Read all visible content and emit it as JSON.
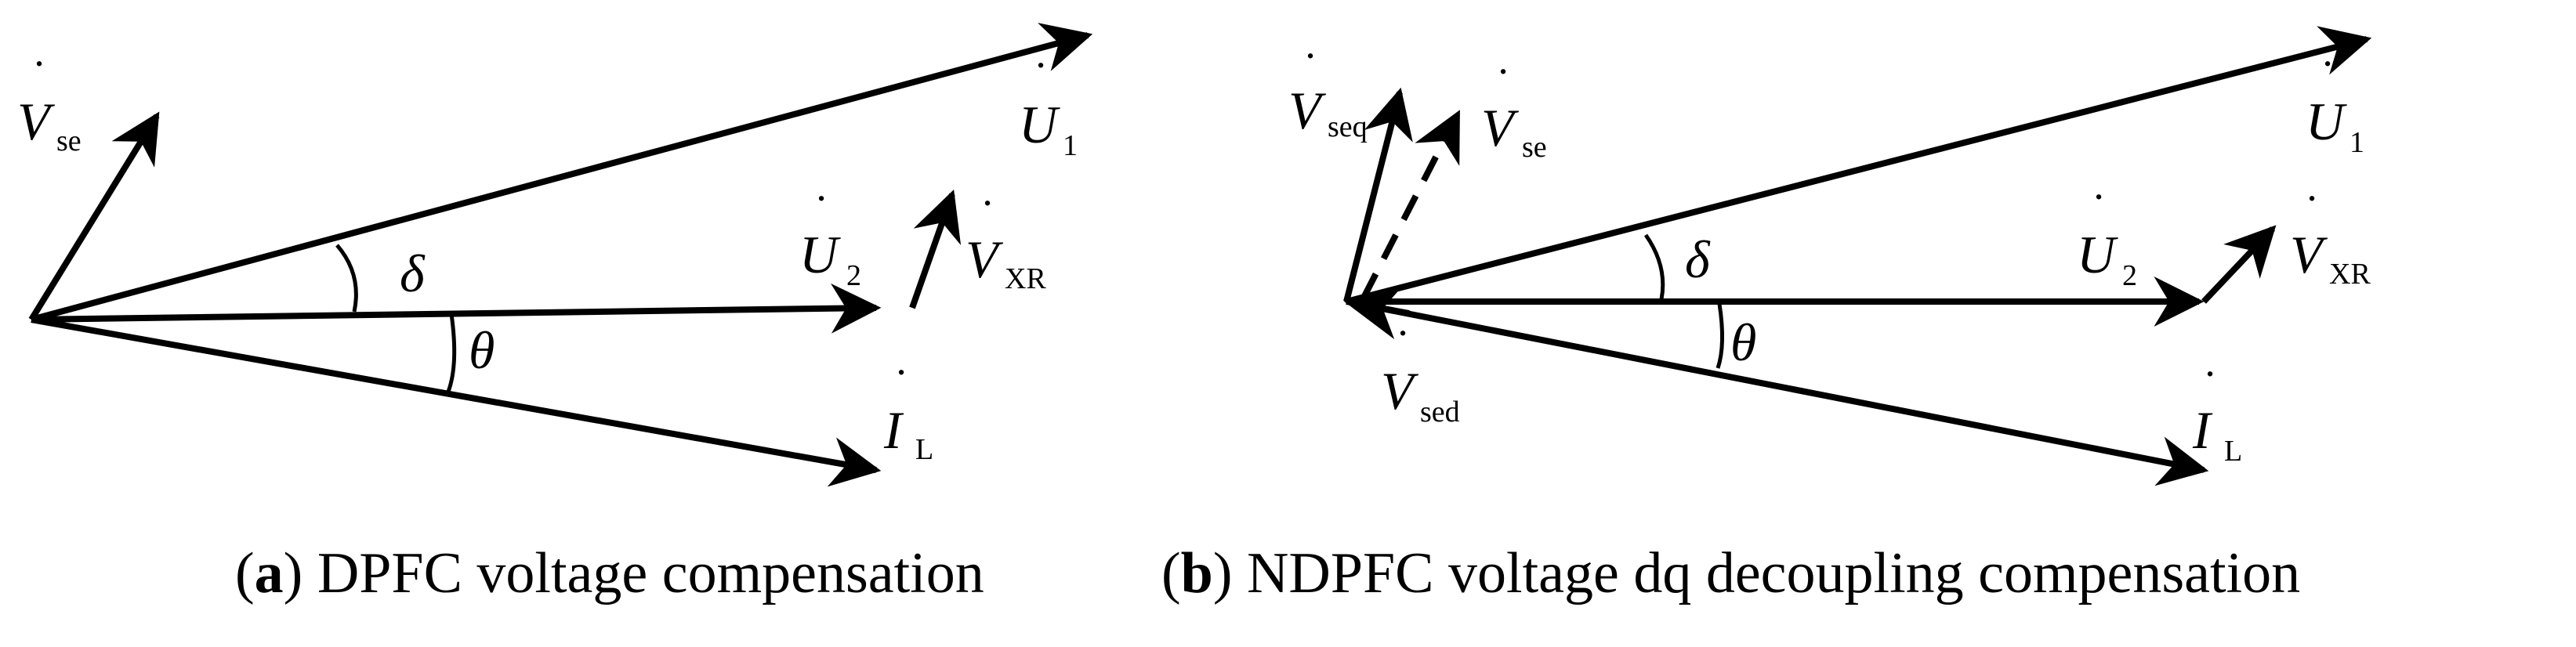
{
  "panel_a": {
    "caption_letter": "a",
    "caption_text": "DPFC voltage compensation",
    "labels": {
      "V_se": {
        "main": "V",
        "sub": "se"
      },
      "U_1": {
        "main": "U",
        "sub": "1"
      },
      "U_2": {
        "main": "U",
        "sub": "2"
      },
      "V_XR": {
        "main": "V",
        "sub": "XR"
      },
      "I_L": {
        "main": "I",
        "sub": "L"
      },
      "delta": "δ",
      "theta": "θ"
    }
  },
  "panel_b": {
    "caption_letter": "b",
    "caption_text": "NDPFC voltage dq decoupling compensation",
    "labels": {
      "V_seq": {
        "main": "V",
        "sub": "seq"
      },
      "V_se": {
        "main": "V",
        "sub": "se"
      },
      "U_1": {
        "main": "U",
        "sub": "1"
      },
      "U_2": {
        "main": "U",
        "sub": "2"
      },
      "V_XR": {
        "main": "V",
        "sub": "XR"
      },
      "V_sed": {
        "main": "V",
        "sub": "sed"
      },
      "I_L": {
        "main": "I",
        "sub": "L"
      },
      "delta": "δ",
      "theta": "θ"
    }
  },
  "dot_glyph": "˙",
  "paren_open": "(",
  "paren_close": ")"
}
